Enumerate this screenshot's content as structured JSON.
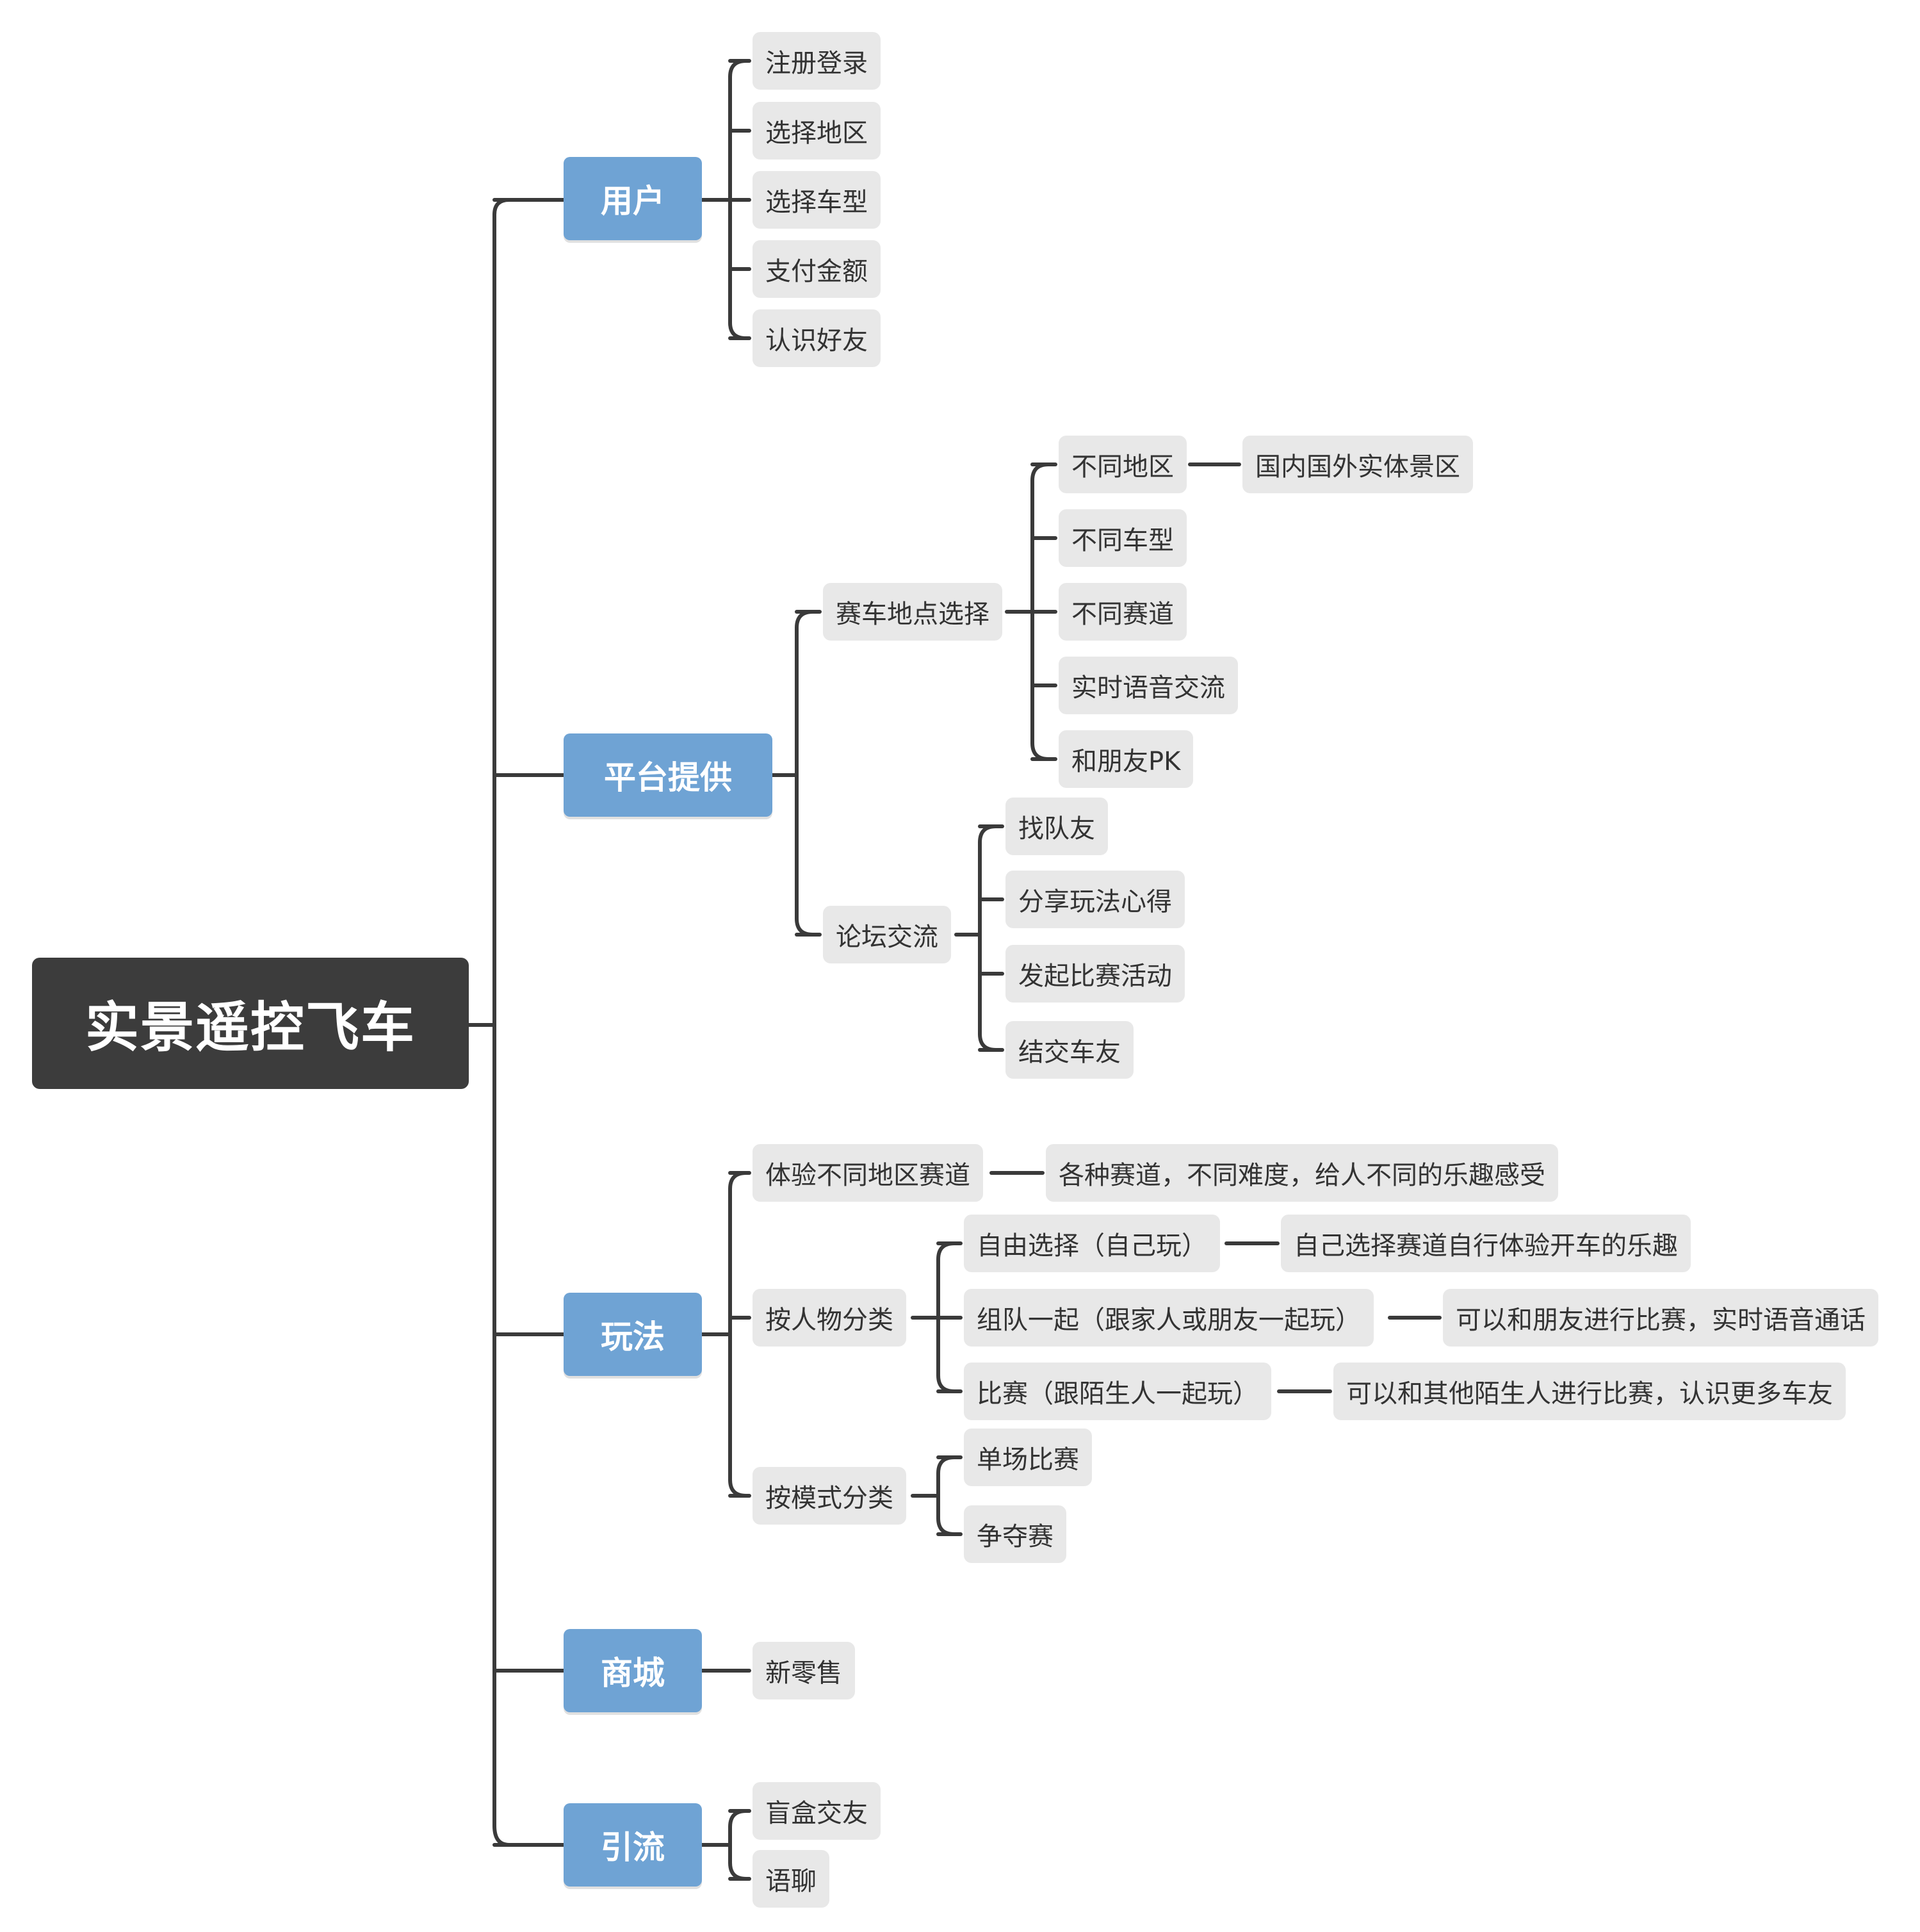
{
  "mindmap": {
    "root": "实景遥控飞车",
    "user": {
      "label": "用户",
      "items": [
        "注册登录",
        "选择地区",
        "选择车型",
        "支付金额",
        "认识好友"
      ]
    },
    "platform": {
      "label": "平台提供",
      "venue": {
        "label": "赛车地点选择",
        "items": [
          "不同地区",
          "不同车型",
          "不同赛道",
          "实时语音交流",
          "和朋友PK"
        ],
        "region_detail": "国内国外实体景区"
      },
      "forum": {
        "label": "论坛交流",
        "items": [
          "找队友",
          "分享玩法心得",
          "发起比赛活动",
          "结交车友"
        ]
      }
    },
    "gameplay": {
      "label": "玩法",
      "experience": {
        "label": "体验不同地区赛道",
        "detail": "各种赛道，不同难度，给人不同的乐趣感受"
      },
      "by_people": {
        "label": "按人物分类",
        "solo": {
          "label": "自由选择（自己玩）",
          "detail": "自己选择赛道自行体验开车的乐趣"
        },
        "team": {
          "label": "组队一起（跟家人或朋友一起玩）",
          "detail": "可以和朋友进行比赛，实时语音通话"
        },
        "match": {
          "label": "比赛（跟陌生人一起玩）",
          "detail": "可以和其他陌生人进行比赛，认识更多车友"
        }
      },
      "by_mode": {
        "label": "按模式分类",
        "items": [
          "单场比赛",
          "争夺赛"
        ]
      }
    },
    "mall": {
      "label": "商城",
      "items": [
        "新零售"
      ]
    },
    "traffic": {
      "label": "引流",
      "items": [
        "盲盒交友",
        "语聊"
      ]
    }
  },
  "colors": {
    "root_bg": "#3c3c3c",
    "branch_bg": "#6fa3d4",
    "leaf_bg": "#e8e8e8",
    "line": "#3a3a3a"
  }
}
